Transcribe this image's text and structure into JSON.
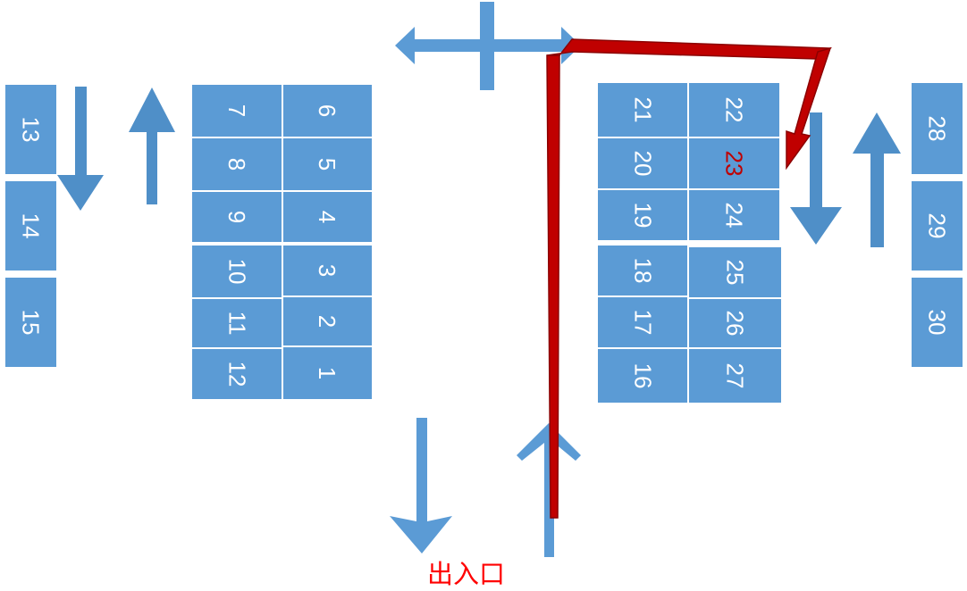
{
  "slots": {
    "s1": "1",
    "s2": "2",
    "s3": "3",
    "s4": "4",
    "s5": "5",
    "s6": "6",
    "s7": "7",
    "s8": "8",
    "s9": "9",
    "s10": "10",
    "s11": "11",
    "s12": "12",
    "s13": "13",
    "s14": "14",
    "s15": "15",
    "s16": "16",
    "s17": "17",
    "s18": "18",
    "s19": "19",
    "s20": "20",
    "s21": "21",
    "s22": "22",
    "s23": "23",
    "s24": "24",
    "s25": "25",
    "s26": "26",
    "s27": "27",
    "s28": "28",
    "s29": "29",
    "s30": "30"
  },
  "highlighted_slot": "23",
  "entrance_label": "出入口",
  "colors": {
    "slot": "#5b9bd5",
    "slot_text": "#ffffff",
    "arrow": "#4f8fc8",
    "route": "#c00000",
    "highlight_text": "#c00000",
    "entrance_text": "#ff0000"
  }
}
